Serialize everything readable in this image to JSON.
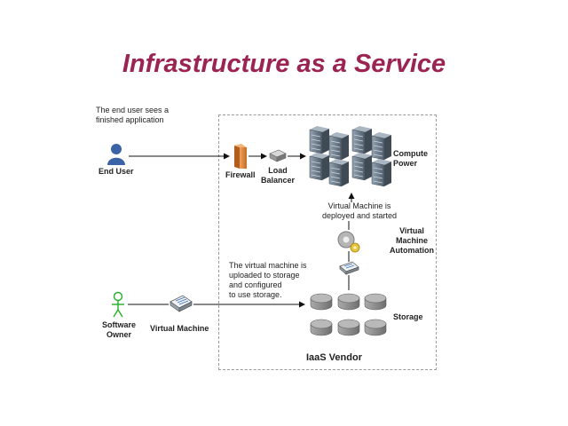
{
  "slide": {
    "title": "Infrastructure as a Service"
  },
  "diagram": {
    "end_user_note": [
      "The end user sees a",
      "finished application"
    ],
    "end_user_label": "End User",
    "firewall_label": "Firewall",
    "load_balancer_label": [
      "Load",
      "Balancer"
    ],
    "compute_label": [
      "Compute",
      "Power"
    ],
    "vm_deployed_note": [
      "Virtual Machine is",
      "deployed and started"
    ],
    "automation_label": [
      "Virtual",
      "Machine",
      "Automation"
    ],
    "upload_note": [
      "The virtual machine is",
      "uploaded to storage",
      "and configured",
      "to use storage."
    ],
    "storage_label": "Storage",
    "software_owner_label": [
      "Software",
      "Owner"
    ],
    "virtual_machine_label": "Virtual Machine",
    "vendor_label": "IaaS Vendor"
  },
  "colors": {
    "title": "#9b2453",
    "end_user_icon": "#3b63a8",
    "software_owner_icon": "#22b022",
    "firewall": "#d9843a",
    "server": "#6f7f8f",
    "storage": "#8c8c8c"
  },
  "icons": [
    "end-user-icon",
    "software-owner-icon",
    "firewall-icon",
    "load-balancer-icon",
    "server-rack-icon",
    "gear-icon",
    "virtual-machine-icon",
    "storage-disk-icon"
  ]
}
